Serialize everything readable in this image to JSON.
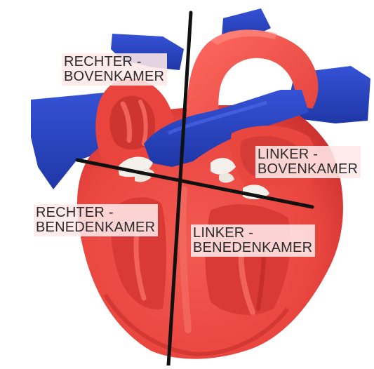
{
  "labels": {
    "right_atrium": {
      "line1": "RECHTER -",
      "line2": "BOVENKAMER"
    },
    "left_atrium": {
      "line1": "LINKER -",
      "line2": "BOVENKAMER"
    },
    "right_ventricle": {
      "line1": "RECHTER -",
      "line2": "BENEDENKAMER"
    },
    "left_ventricle": {
      "line1": "LINKER -",
      "line2": "BENEDENKAMER"
    }
  },
  "colors": {
    "muscle": "#ef4a44",
    "muscle_dark": "#c9302d",
    "muscle_light": "#ff8a80",
    "vessel_blue": "#2b47c4",
    "vessel_blue_dark": "#1c2f8f",
    "valve_white": "#f4f1ec",
    "divider_line": "#111111",
    "label_bg": "#ffe8e8"
  }
}
